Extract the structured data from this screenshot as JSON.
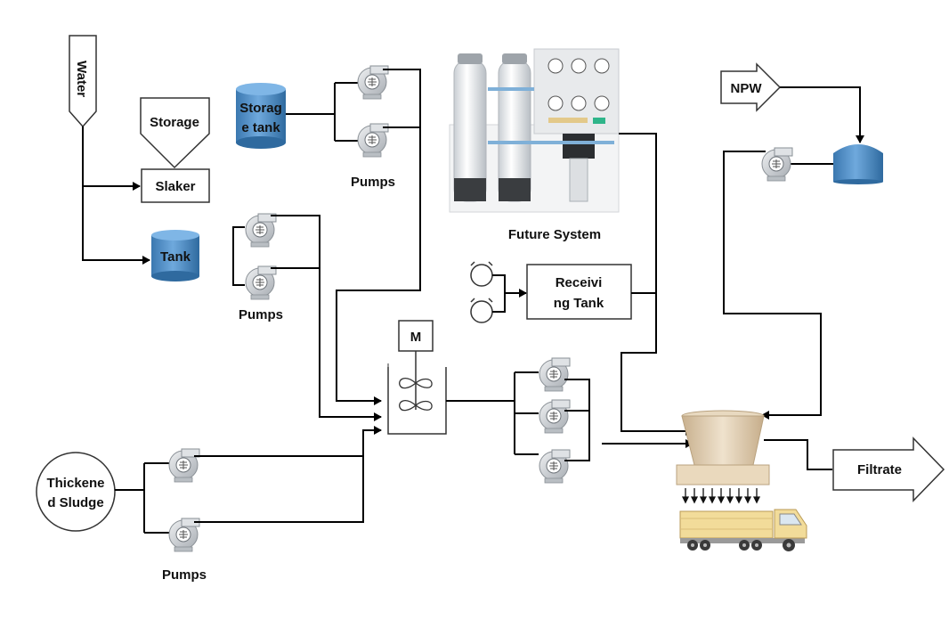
{
  "labels": {
    "water": "Water",
    "storage": "Storage",
    "slaker": "Slaker",
    "tank": "Tank",
    "storage_tank_line1": "Storag",
    "storage_tank_line2": "e tank",
    "pumps_top": "Pumps",
    "pumps_mid": "Pumps",
    "pumps_bottom": "Pumps",
    "future_system": "Future System",
    "receiving_tank_line1": "Receivi",
    "receiving_tank_line2": "ng Tank",
    "mixer_motor": "M",
    "npw": "NPW",
    "filtrate": "Filtrate",
    "thickened_sludge_line1": "Thickene",
    "thickened_sludge_line2": "d Sludge"
  },
  "icons": {
    "pump": "centrifugal-pump-icon",
    "tank": "cylindrical-tank-icon",
    "mixer": "mixer-icon",
    "filter_press": "filter-press-icon",
    "truck": "dump-truck-icon",
    "future_system": "reverse-osmosis-unit-icon",
    "gauge": "gauge-icon"
  },
  "colors": {
    "tank_blue": "#4f8fc6",
    "pump_gray": "#c9ccd0",
    "hopper_beige": "#d9c6a8",
    "truck_yellow": "#f2dc9a",
    "line": "#000000"
  }
}
